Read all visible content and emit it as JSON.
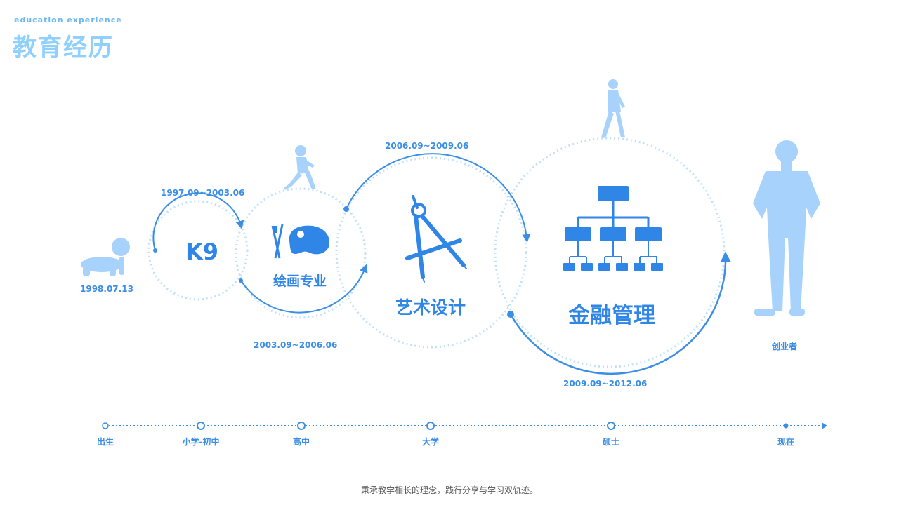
{
  "header": {
    "subtitle": "education experience",
    "title": "教育经历"
  },
  "timeline_dates": {
    "birth": "1998.07.13",
    "k9": "1997.09~2003.06",
    "high": "2003.09~2006.06",
    "college": "2006.09~2009.06",
    "master": "2009.09~2012.06"
  },
  "circle_labels": {
    "k9": "K9",
    "painting": "绘画专业",
    "art": "艺术设计",
    "finance": "金融管理"
  },
  "founder_label": "创业者",
  "axis": [
    "出生",
    "小学-初中",
    "高中",
    "大学",
    "硕士",
    "现在"
  ],
  "footer": "秉承教学相长的理念，践行分享与学习双轨迹。",
  "colors": {
    "primary": "#3a8ee6",
    "light": "#a6d2fb",
    "dotted": "#bfe0fb"
  }
}
